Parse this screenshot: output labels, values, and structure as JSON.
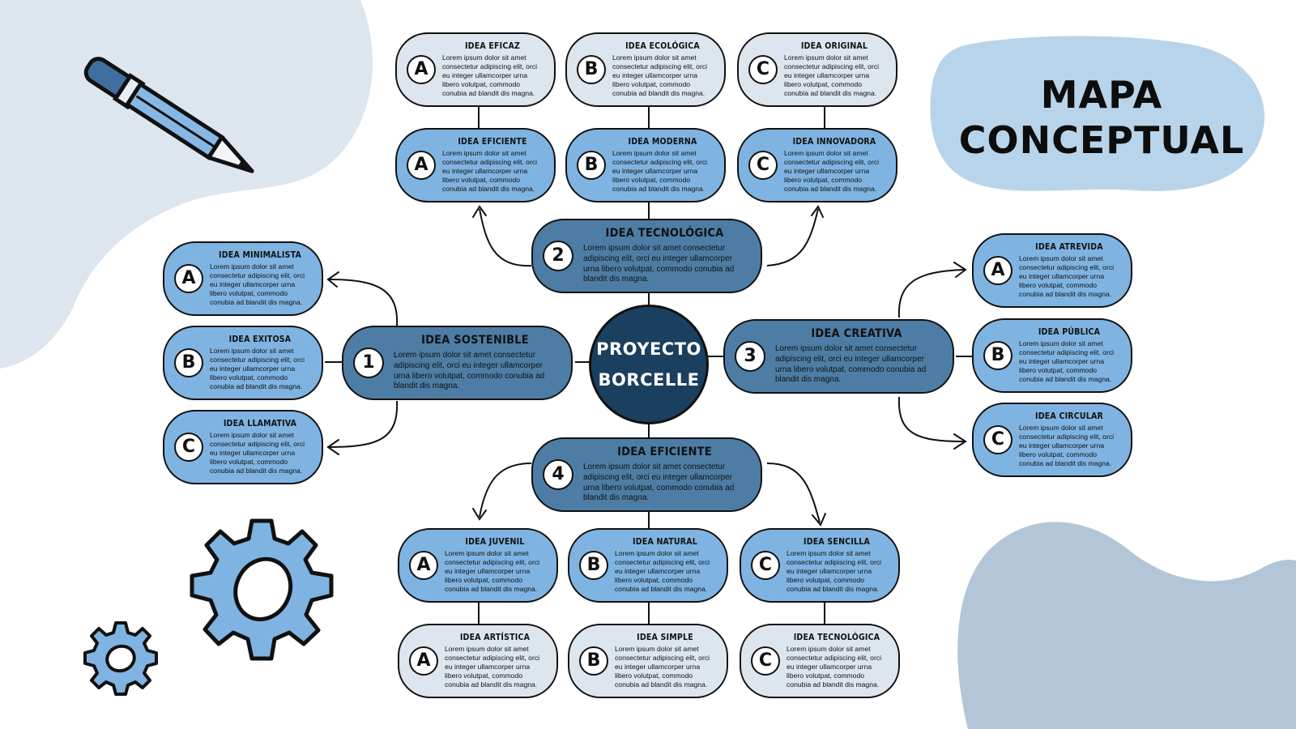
{
  "title": {
    "line1": "MAPA",
    "line2": "CONCEPTUAL"
  },
  "center": {
    "line1": "PROYECTO",
    "line2": "BORCELLE"
  },
  "lorem_short": "Lorem ipsum dolor sit amet consectetur adipiscing elit, orci eu integer ullamcorper urna libero volutpat, commodo conubia ad blandit dis magna.",
  "branches": [
    {
      "number": "1",
      "title": "IDEA SOSTENIBLE",
      "body": "Lorem ipsum dolor sit amet consectetur adipiscing elit, orci eu integer ullamcorper urna libero volutpat, commodo conubia ad blandit dis magna."
    },
    {
      "number": "2",
      "title": "IDEA TECNOLÓGICA",
      "body": "Lorem ipsum dolor sit amet consectetur adipiscing elit, orci eu integer ullamcorper urna libero volutpat, commodo conubia ad blandit dis magna."
    },
    {
      "number": "3",
      "title": "IDEA CREATIVA",
      "body": "Lorem ipsum dolor sit amet consectetur adipiscing elit, orci eu integer ullamcorper urna libero volutpat, commodo conubia ad blandit dis magna."
    },
    {
      "number": "4",
      "title": "IDEA EFICIENTE",
      "body": "Lorem ipsum dolor sit amet consectetur adipiscing elit, orci eu integer ullamcorper urna libero volutpat, commodo conubia ad blandit dis magna."
    }
  ],
  "top_outer": [
    {
      "letter": "A",
      "title": "IDEA EFICAZ"
    },
    {
      "letter": "B",
      "title": "IDEA ECOLÓGICA"
    },
    {
      "letter": "C",
      "title": "IDEA ORIGINAL"
    }
  ],
  "top_inner": [
    {
      "letter": "A",
      "title": "IDEA EFICIENTE"
    },
    {
      "letter": "B",
      "title": "IDEA MODERNA"
    },
    {
      "letter": "C",
      "title": "IDEA INNOVADORA"
    }
  ],
  "left": [
    {
      "letter": "A",
      "title": "IDEA MINIMALISTA"
    },
    {
      "letter": "B",
      "title": "IDEA EXITOSA"
    },
    {
      "letter": "C",
      "title": "IDEA LLAMATIVA"
    }
  ],
  "right": [
    {
      "letter": "A",
      "title": "IDEA ATREVIDA"
    },
    {
      "letter": "B",
      "title": "IDEA PÚBLICA"
    },
    {
      "letter": "C",
      "title": "IDEA CIRCULAR"
    }
  ],
  "bottom_inner": [
    {
      "letter": "A",
      "title": "IDEA JUVENIL"
    },
    {
      "letter": "B",
      "title": "IDEA NATURAL"
    },
    {
      "letter": "C",
      "title": "IDEA SENCILLA"
    }
  ],
  "bottom_outer": [
    {
      "letter": "A",
      "title": "IDEA ARTÍSTICA"
    },
    {
      "letter": "B",
      "title": "IDEA SIMPLE"
    },
    {
      "letter": "C",
      "title": "IDEA TECNOLÓGICA"
    }
  ],
  "colors": {
    "background_blob": "#dde6ef",
    "title_blob": "#b8d4ea",
    "corner_blob": "#b3c6d8",
    "light_node": "#dde6ef",
    "mid_node": "#7fb4e2",
    "dark_node": "#4d7da5",
    "center_node": "#1a3f5f",
    "outline": "#111111"
  },
  "icons": [
    "pencil-icon",
    "large-gear-icon",
    "small-gear-icon"
  ]
}
